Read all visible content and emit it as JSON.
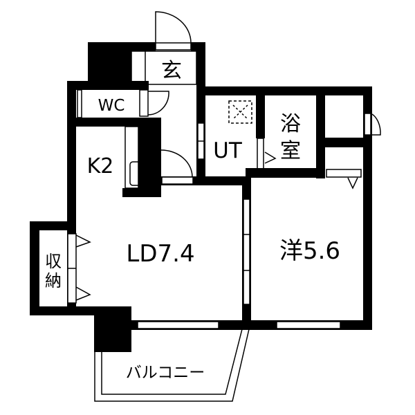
{
  "rooms": {
    "entrance": "玄",
    "wc": "WC",
    "kitchen": "K2",
    "utility": "UT",
    "bath": [
      "浴",
      "室"
    ],
    "living_dining": "LD7.4",
    "western_room": "洋5.6",
    "storage": [
      "収",
      "納"
    ],
    "balcony": "バルコニー"
  },
  "colors": {
    "wall": "#000000",
    "background": "#ffffff"
  }
}
